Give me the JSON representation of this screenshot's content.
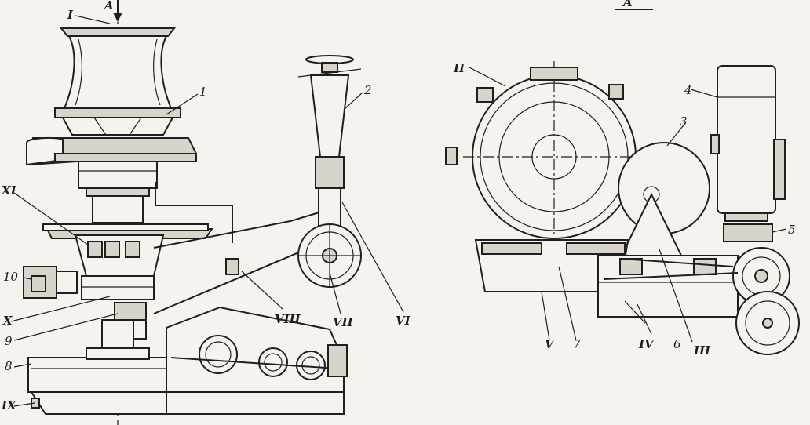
{
  "view_label": "A",
  "section_label": "A",
  "callouts": {
    "c1": "1",
    "c2": "2",
    "c3": "3",
    "c4": "4",
    "c5": "5",
    "c6": "6",
    "c7": "7",
    "c8": "8",
    "c9": "9",
    "c10": "10",
    "rI": "I",
    "rII": "II",
    "rIII": "III",
    "rIV": "IV",
    "rV": "V",
    "rVI": "VI",
    "rVII": "VII",
    "rVIII": "VIII",
    "rIX": "IX",
    "rX": "X",
    "rXI": "XI"
  }
}
